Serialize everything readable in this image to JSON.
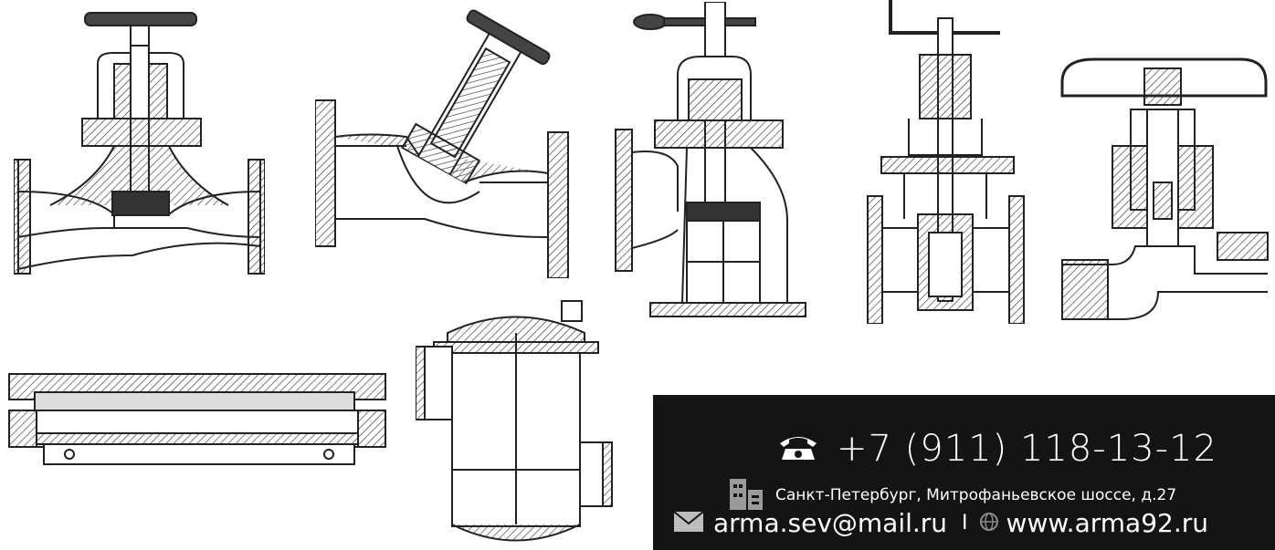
{
  "contact": {
    "phone": "+7 (911) 118-13-12",
    "address": "Санкт-Петербург, Митрофаньевское шоссе, д.27",
    "email": "arma.sev@mail.ru",
    "separator": "I",
    "website": "www.arma92.ru",
    "icons": [
      "phone-icon",
      "building-icon",
      "envelope-icon",
      "globe-icon"
    ]
  },
  "drawings": [
    "globe-valve-drawing",
    "y-pattern-valve-drawing",
    "angle-valve-drawing",
    "gate-valve-drawing",
    "needle-valve-drawing",
    "sight-glass-drawing",
    "strainer-drawing"
  ],
  "colors": {
    "panel": "#141414",
    "line": "#333333",
    "text": "#ffffff"
  }
}
